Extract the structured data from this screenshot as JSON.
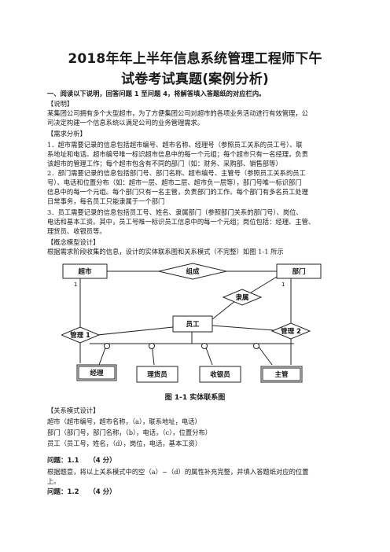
{
  "title": {
    "line1": "2018年年上半年信息系统管理工程师下午",
    "line2": "试卷考试真题(案例分析)"
  },
  "instruction": "一、阅读以下说明，回答问题 1 至问题 4，将解答填入答题纸的对应栏内。",
  "sections": {
    "explain_head": "【说明】",
    "explain": [
      "某集团公司拥有多个大型超市，为了方便集团公司对超市的各项业务活动进行有效管理，公",
      "司决定构建一个信息系统以满足公司的业务管理需求。"
    ],
    "req_head": "【需求分析】",
    "req": [
      "1．超市需要记录的信息包括超市编号、超市名称、经理号（参照员工关系的员工号）、联",
      "系地址和电话。超市编号唯一标识超市信息中的每一个元组；每个超市只有一名经理，负责",
      "该超市的管理工作；每个超市包含有不同的部门（如：财务、采购部、销售部等）",
      "2．部门需要记录的信息包括部门号、部门名称、超市编号、主管号（参照员工关系的员工",
      "号）、电话和位置分布（如：超市一层、超市二层、超市负一层等），部门号唯一标识部门",
      "信息中的每一个元组。每个部门只有一名主管，负责部门的工作。每个部门有多名员工处理",
      "日常事务，每名员工只能隶属于一个部门",
      "3．员工需要记录的信息包括员工号、姓名、隶属部门（参照部门关系的部门号）、岗位、",
      "电话和基本工资。其中，员工号唯一标识员工信息中的每一个元组；岗位包括：经理、主管、",
      "理货员、收银员等。"
    ],
    "concept_head": "【概念模型设计】",
    "concept": "根据需求阶段收集的信息，设计的实体联系图和关系模式（不完整）如图 1-1 所示",
    "relation_head": "【关系模式设计】",
    "relations": [
      "超市（超市编号，超市名称，（a），联系地址，电话）",
      "部门（部门号，部门名称，（b），电话，（c），位置分布）",
      "员工（员工号，姓名，（d），岗位，电话，基本工资）"
    ],
    "q1_head": "问题：1.1　　（4 分）",
    "q1": [
      "根据题意，将以上关系模式中的空（a）~（d）的属性补充完整，并填入答题纸对应的位置",
      "上。"
    ],
    "q2_head": "问题：1.2　　（4 分）"
  },
  "diagram": {
    "caption": "图 1-1 实体联系图",
    "entities": {
      "supermarket": "超市",
      "department": "部门",
      "employee": "员工",
      "manager": "经理",
      "clerk": "理货员",
      "cashier": "收银员",
      "supervisor": "主管"
    },
    "relationships": {
      "compose": "组成",
      "belong": "隶属",
      "manage1": "管理 1",
      "manage2": "管理 2"
    },
    "cardinality_one": "1"
  }
}
